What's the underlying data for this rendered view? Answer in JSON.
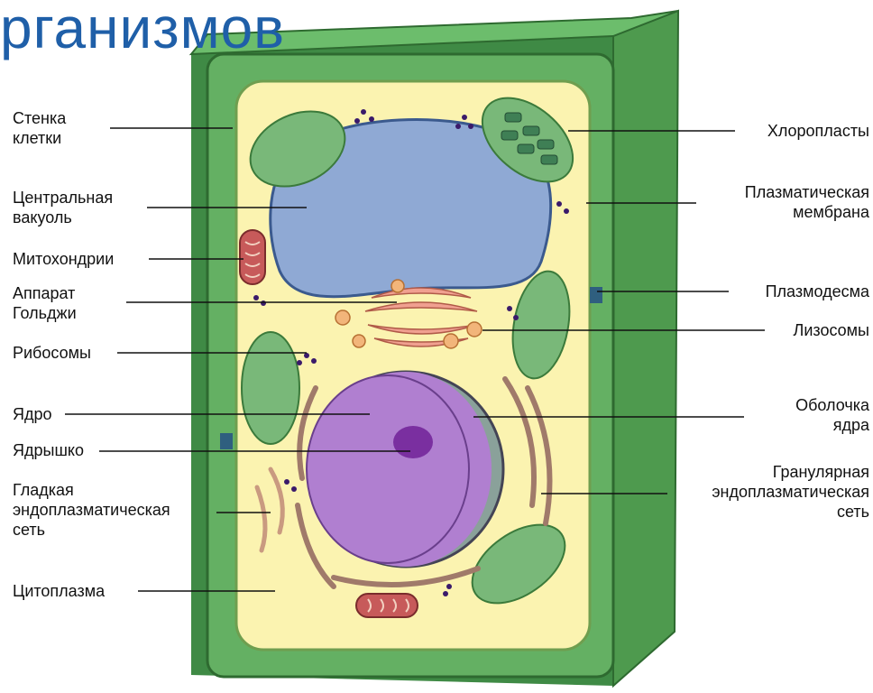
{
  "title": "рганизмов",
  "labels_left": [
    {
      "id": "cell-wall",
      "lines": [
        "Стенка",
        "клетки"
      ]
    },
    {
      "id": "central-vacuole",
      "lines": [
        "Центральная",
        "вакуоль"
      ]
    },
    {
      "id": "mitochondria",
      "lines": [
        "Митохондрии"
      ]
    },
    {
      "id": "golgi",
      "lines": [
        "Аппарат",
        "Гольджи"
      ]
    },
    {
      "id": "ribosomes",
      "lines": [
        "Рибосомы"
      ]
    },
    {
      "id": "nucleus",
      "lines": [
        "Ядро"
      ]
    },
    {
      "id": "nucleolus",
      "lines": [
        "Ядрышко"
      ]
    },
    {
      "id": "smooth-er",
      "lines": [
        "Гладкая",
        "эндоплазматическая",
        "сеть"
      ]
    },
    {
      "id": "cytoplasm",
      "lines": [
        "Цитоплазма"
      ]
    }
  ],
  "labels_right": [
    {
      "id": "chloroplasts",
      "lines": [
        "Хлоропласты"
      ]
    },
    {
      "id": "plasma-membrane",
      "lines": [
        "Плазматическая",
        "мембрана"
      ]
    },
    {
      "id": "plasmodesma",
      "lines": [
        "Плазмодесма"
      ]
    },
    {
      "id": "lysosomes",
      "lines": [
        "Лизосомы"
      ]
    },
    {
      "id": "nuclear-envelope",
      "lines": [
        "Оболочка",
        "ядра"
      ]
    },
    {
      "id": "rough-er",
      "lines": [
        "Гранулярная",
        "эндоплазматическая",
        "сеть"
      ]
    }
  ],
  "colors": {
    "title": "#1f5fa8",
    "cell_wall": "#5aa85a",
    "cell_wall_dark": "#3f8a45",
    "cytoplasm": "#fbf3b0",
    "vacuole": "#8fa9d4",
    "chloroplast": "#79b879",
    "nucleus": "#b07fd0",
    "mitochondria": "#c75a5a",
    "golgi": "#f0a090",
    "er": "#a07a6a"
  }
}
